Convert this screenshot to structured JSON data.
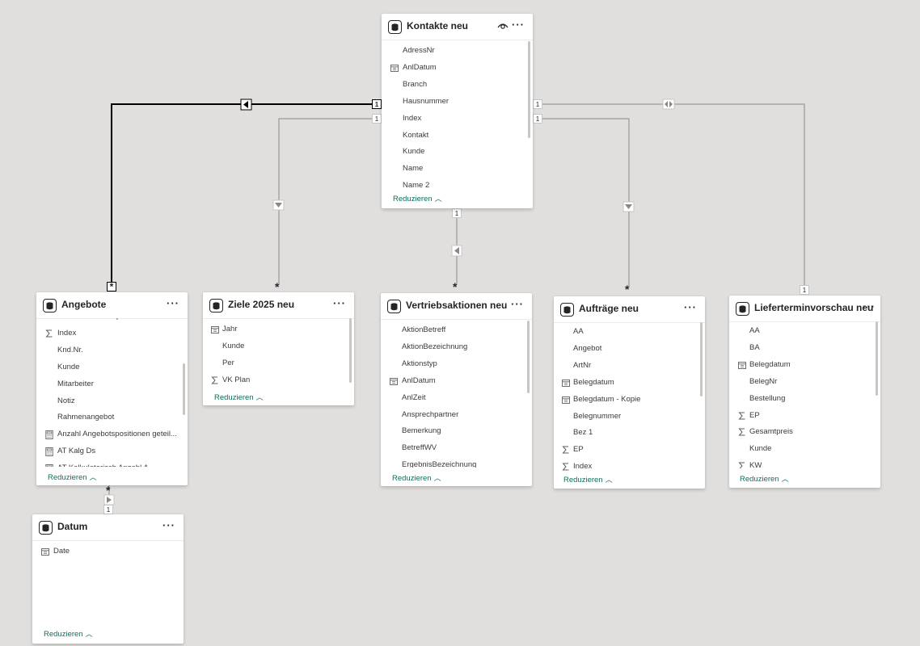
{
  "tables": {
    "kontakte": {
      "title": "Kontakte neu",
      "fields": [
        {
          "label": "AdressNr",
          "icon": ""
        },
        {
          "label": "AnlDatum",
          "icon": "calendar"
        },
        {
          "label": "Branch",
          "icon": ""
        },
        {
          "label": "Hausnummer",
          "icon": ""
        },
        {
          "label": "Index",
          "icon": ""
        },
        {
          "label": "Kontakt",
          "icon": ""
        },
        {
          "label": "Kunde",
          "icon": ""
        },
        {
          "label": "Name",
          "icon": ""
        },
        {
          "label": "Name 2",
          "icon": ""
        }
      ],
      "reduce_label": "Reduzieren"
    },
    "angebote": {
      "title": "Angebote",
      "fields": [
        {
          "label": "Erstelldatum - Kopie",
          "icon": ""
        },
        {
          "label": "Index",
          "icon": "sigma"
        },
        {
          "label": "Knd.Nr.",
          "icon": ""
        },
        {
          "label": "Kunde",
          "icon": ""
        },
        {
          "label": "Mitarbeiter",
          "icon": ""
        },
        {
          "label": "Notiz",
          "icon": ""
        },
        {
          "label": "Rahmenangebot",
          "icon": ""
        },
        {
          "label": "Anzahl Angebotspositionen geteil...",
          "icon": "calc"
        },
        {
          "label": "AT Kalg Ds",
          "icon": "calc"
        },
        {
          "label": "AT Kalkulatorisch Anzahl A...",
          "icon": "calc"
        }
      ],
      "reduce_label": "Reduzieren"
    },
    "ziele": {
      "title": "Ziele 2025 neu",
      "fields": [
        {
          "label": "Jahr",
          "icon": "calendar"
        },
        {
          "label": "Kunde",
          "icon": ""
        },
        {
          "label": "Per",
          "icon": ""
        },
        {
          "label": "VK Plan",
          "icon": "sigma"
        }
      ],
      "reduce_label": "Reduzieren"
    },
    "vertrieb": {
      "title": "Vertriebsaktionen neu",
      "fields": [
        {
          "label": "AktionBetreff",
          "icon": ""
        },
        {
          "label": "AktionBezeichnung",
          "icon": ""
        },
        {
          "label": "Aktionstyp",
          "icon": ""
        },
        {
          "label": "AnlDatum",
          "icon": "calendar"
        },
        {
          "label": "AnlZeit",
          "icon": ""
        },
        {
          "label": "Ansprechpartner",
          "icon": ""
        },
        {
          "label": "Bemerkung",
          "icon": ""
        },
        {
          "label": "BetreffWV",
          "icon": ""
        },
        {
          "label": "ErgebnisBezeichnung",
          "icon": ""
        }
      ],
      "reduce_label": "Reduzieren"
    },
    "auftraege": {
      "title": "Aufträge neu",
      "fields": [
        {
          "label": "AA",
          "icon": ""
        },
        {
          "label": "Angebot",
          "icon": ""
        },
        {
          "label": "ArtNr",
          "icon": ""
        },
        {
          "label": "Belegdatum",
          "icon": "calendar"
        },
        {
          "label": "Belegdatum - Kopie",
          "icon": "calendar"
        },
        {
          "label": "Belegnummer",
          "icon": ""
        },
        {
          "label": "Bez 1",
          "icon": ""
        },
        {
          "label": "EP",
          "icon": "sigma"
        },
        {
          "label": "Index",
          "icon": "sigma"
        }
      ],
      "reduce_label": "Reduzieren"
    },
    "liefer": {
      "title": "Lieferterminvorschau neu",
      "fields": [
        {
          "label": "AA",
          "icon": ""
        },
        {
          "label": "BA",
          "icon": ""
        },
        {
          "label": "Belegdatum",
          "icon": "calendar"
        },
        {
          "label": "BelegNr",
          "icon": ""
        },
        {
          "label": "Bestellung",
          "icon": ""
        },
        {
          "label": "EP",
          "icon": "sigma"
        },
        {
          "label": "Gesamtpreis",
          "icon": "sigma"
        },
        {
          "label": "Kunde",
          "icon": ""
        },
        {
          "label": "KW",
          "icon": "sigma"
        }
      ],
      "reduce_label": "Reduzieren"
    },
    "datum": {
      "title": "Datum",
      "fields": [
        {
          "label": "Date",
          "icon": "calendar"
        }
      ],
      "reduce_label": "Reduzieren"
    }
  },
  "cardinality": {
    "one": "1",
    "many": "*"
  },
  "icons": {
    "table": "table-icon",
    "more": "more-options-icon",
    "eye": "visibility-icon",
    "calendar": "calendar-icon",
    "sigma": "sigma-icon",
    "calc": "calculator-icon"
  }
}
